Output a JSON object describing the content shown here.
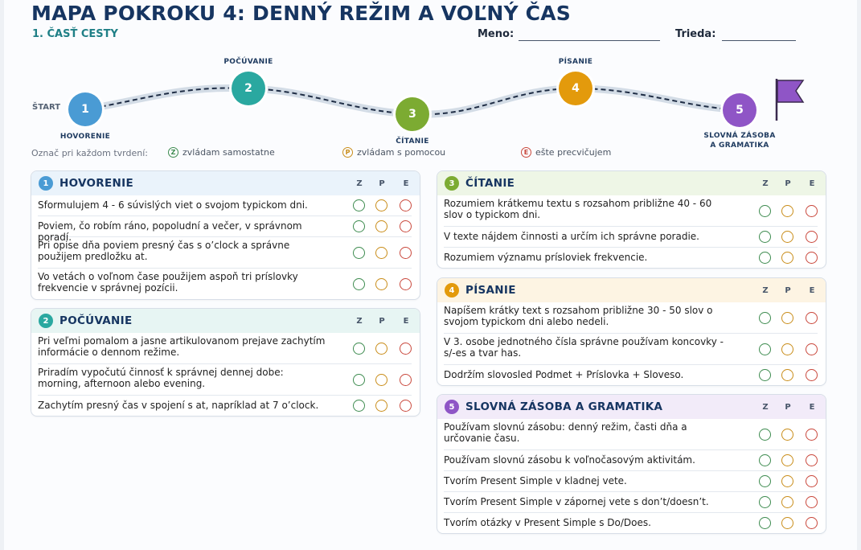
{
  "title": "MAPA POKROKU 4: DENNÝ REŽIM A VOĽNÝ ČAS",
  "part": "1. ČASŤ CESTY",
  "name_label": "Meno:",
  "class_label": "Trieda:",
  "start_label": "ŠTART",
  "stops": [
    {
      "num": "1",
      "label": "HOVORENIE",
      "color": "#4a9bd4"
    },
    {
      "num": "2",
      "label": "POČÚVANIE",
      "color": "#2aa8a0"
    },
    {
      "num": "3",
      "label": "ČÍTANIE",
      "color": "#7cab32"
    },
    {
      "num": "4",
      "label": "PÍSANIE",
      "color": "#e39a0c"
    },
    {
      "num": "5",
      "label": "SLOVNÁ ZÁSOBA\nA GRAMATIKA",
      "color": "#8f55c6"
    }
  ],
  "legend": {
    "intro": "Označ pri každom tvrdení:",
    "items": [
      {
        "letter": "Z",
        "text": "zvládam samostatne",
        "color": "#3d8b4f"
      },
      {
        "letter": "P",
        "text": "zvládam s pomocou",
        "color": "#c98d1a"
      },
      {
        "letter": "E",
        "text": "ešte precvičujem",
        "color": "#c9473b"
      }
    ]
  },
  "columns": [
    "Z",
    "P",
    "E"
  ],
  "colors": {
    "z": "#3d8b4f",
    "p": "#c98d1a",
    "e": "#c9473b"
  },
  "sections": [
    {
      "num": "1",
      "title": "HOVORENIE",
      "accent": "#4a9bd4",
      "bg": "#eaf3fb",
      "items": [
        "Sformulujem 4 - 6 súvislých viet o svojom typickom dni.",
        "Poviem, čo robím ráno, popoludní a večer, v správnom poradí.",
        "Pri opise dňa poviem presný čas s o’clock a správne použijem predložku at.",
        "Vo vetách o voľnom čase použijem aspoň tri príslovky frekvencie v správnej pozícii."
      ]
    },
    {
      "num": "2",
      "title": "POČÚVANIE",
      "accent": "#2aa8a0",
      "bg": "#e7f5f3",
      "items": [
        "Pri veľmi pomalom a jasne artikulovanom prejave zachytím informácie o dennom režime.",
        "Priradím vypočutú činnosť k správnej dennej dobe: morning, afternoon alebo evening.",
        "Zachytím presný čas v spojení s at, napríklad at 7 o’clock."
      ]
    },
    {
      "num": "3",
      "title": "ČÍTANIE",
      "accent": "#7cab32",
      "bg": "#eef6e6",
      "items": [
        "Rozumiem krátkemu textu s rozsahom približne 40 - 60 slov o typickom dni.",
        "V texte nájdem činnosti a určím ich správne poradie.",
        "Rozumiem významu prísloviek frekvencie."
      ]
    },
    {
      "num": "4",
      "title": "PÍSANIE",
      "accent": "#e39a0c",
      "bg": "#fdf4e3",
      "items": [
        "Napíšem krátky text s rozsahom približne 30 - 50 slov o svojom typickom dni alebo nedeli.",
        "V 3. osobe jednotného čísla správne používam koncovky -s/-es a tvar has.",
        "Dodržím slovosled Podmet + Príslovka + Sloveso."
      ]
    },
    {
      "num": "5",
      "title": "SLOVNÁ ZÁSOBA A GRAMATIKA",
      "accent": "#8f55c6",
      "bg": "#f2ebf9",
      "items": [
        "Používam slovnú zásobu: denný režim, časti dňa a určovanie času.",
        "Používam slovnú zásobu k voľnočasovým aktivitám.",
        "Tvorím Present Simple v kladnej vete.",
        "Tvorím Present Simple v zápornej vete s don’t/doesn’t.",
        "Tvorím otázky v Present Simple s Do/Does."
      ]
    }
  ]
}
